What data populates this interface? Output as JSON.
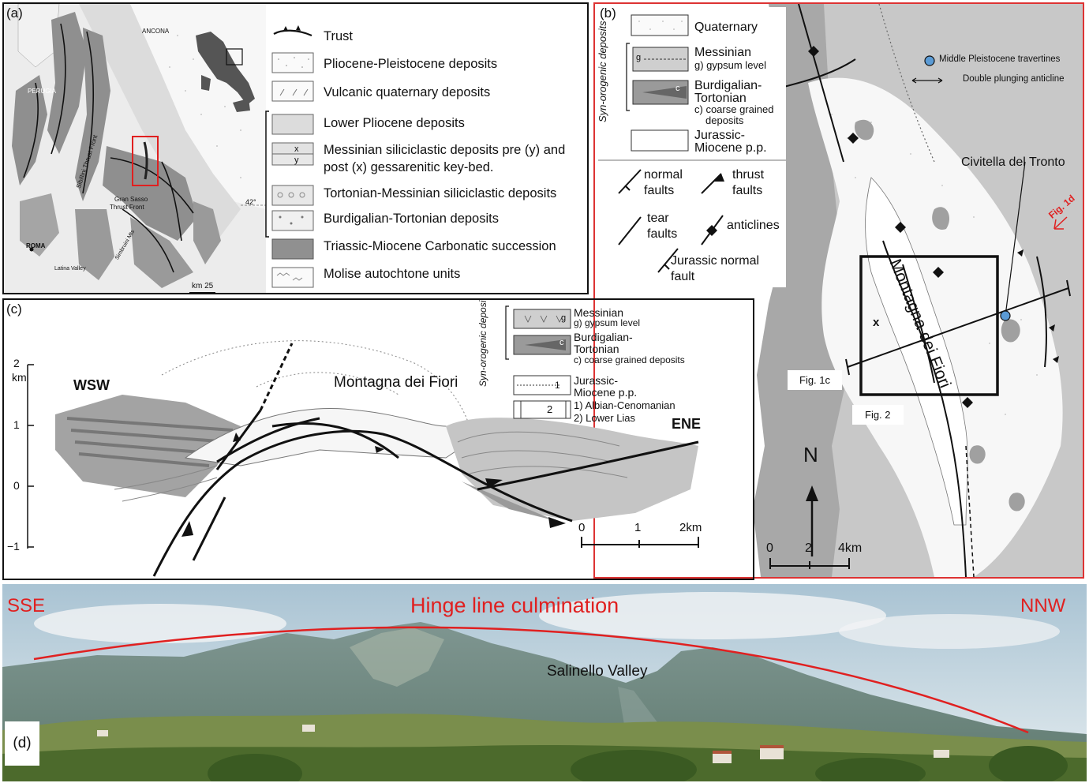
{
  "panel_a": {
    "label": "(a)",
    "map_labels": {
      "ancona": "ANCONA",
      "perugia": "PERUGIA",
      "sibillini": "Sibillini Thrust Front",
      "gran_sasso_1": "Gran Sasso",
      "gran_sasso_2": "Thrust Front",
      "roma": "ROMA",
      "simbruini": "Simbruini Mts",
      "latina": "Latina Valley",
      "lat": "42°",
      "scale": "km 25"
    },
    "legend": [
      {
        "text": "Trust"
      },
      {
        "text": "Pliocene-Pleistocene deposits"
      },
      {
        "text": "Vulcanic quaternary deposits"
      },
      {
        "text": "Lower Pliocene deposits"
      },
      {
        "text": "Messinian siliciclastic deposits pre (y) and",
        "text2": "post (x) gessarenitic key-bed.",
        "mark1": "x",
        "mark2": "y"
      },
      {
        "text": "Tortonian-Messinian siliciclastic deposits"
      },
      {
        "text": "Burdigalian-Tortonian deposits"
      },
      {
        "text": "Triassic-Miocene Carbonatic succession"
      },
      {
        "text": "Molise autochtone units"
      }
    ]
  },
  "panel_b": {
    "label": "(b)",
    "legend": {
      "quaternary": "Quaternary",
      "synorogenic": "Syn-orogenic deposits",
      "messinian": "Messinian",
      "messinian_sub": "g) gypsum level",
      "g": "g",
      "burdigalian": "Burdigalian-",
      "tortonian": "Tortonian",
      "tortonian_sub1": "c) coarse grained",
      "tortonian_sub2": "deposits",
      "c": "c",
      "jurassic": "Jurassic-",
      "miocene": "Miocene p.p.",
      "normal1": "normal",
      "normal2": "faults",
      "thrust1": "thrust",
      "thrust2": "faults",
      "tear1": "tear",
      "tear2": "faults",
      "anticlines": "anticlines",
      "jurassic_normal1": "Jurassic normal",
      "jurassic_normal2": "fault"
    },
    "travertines": "Middle Pleistocene travertines",
    "double_plunging": "Double plunging anticline",
    "civitella": "Civitella del Tronto",
    "fig1d": "Fig. 1d",
    "fig1c": "Fig. 1c",
    "fig2": "Fig. 2",
    "montagna": "Montagna dei Fiori",
    "x": "x",
    "north": "N",
    "scale": [
      "0",
      "2",
      "4km"
    ]
  },
  "panel_c": {
    "label": "(c)",
    "km_label": "km",
    "y_ticks": [
      "2",
      "1",
      "0",
      "−1"
    ],
    "wsw": "WSW",
    "ene": "ENE",
    "montagna": "Montagna dei Fiori",
    "legend": {
      "synorogenic": "Syn-orogenic deposits",
      "messinian": "Messinian",
      "messinian_sub": "g) gypsum level",
      "g": "g",
      "burdigalian": "Burdigalian-",
      "tortonian": "Tortonian",
      "tortonian_sub": "c) coarse grained deposits",
      "c": "c",
      "jurassic": "Jurassic-",
      "miocene": "Miocene p.p.",
      "albian": "1) Albian-Cenomanian",
      "lias": "2) Lower Lias",
      "one": "1",
      "two": "2"
    },
    "scale": [
      "0",
      "1",
      "2km"
    ]
  },
  "panel_d": {
    "label": "(d)",
    "sse": "SSE",
    "nnw": "NNW",
    "hinge": "Hinge line culmination",
    "valley": "Salinello Valley"
  },
  "colors": {
    "accent_red": "#e02020",
    "frame_red": "#dd3333",
    "map_dark": "#8f8f8f",
    "map_mid": "#bdbdbd",
    "map_light": "#e2e2e2"
  }
}
